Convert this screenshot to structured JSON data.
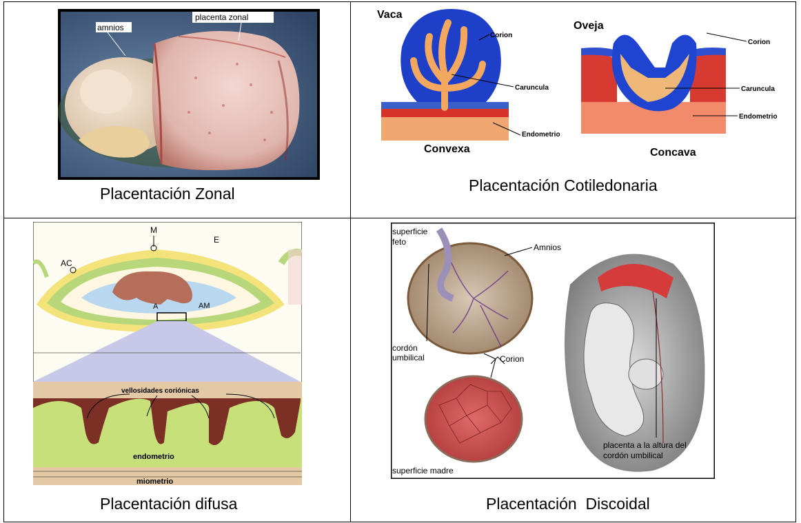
{
  "cells": {
    "zonal": {
      "caption": "Placentación Zonal",
      "labels": {
        "amnios": "amnios",
        "placenta": "placenta zonal"
      }
    },
    "cotiledonaria": {
      "caption": "Placentación Cotiledonaria",
      "labels": {
        "vaca": "Vaca",
        "oveja": "Oveja",
        "corion_left": "Corion",
        "caruncula_left": "Caruncula",
        "endometrio_left": "Endometrio",
        "corion_right": "Corion",
        "caruncula_right": "Caruncula",
        "endometrio_right": "Endometrio",
        "convexa": "Convexa",
        "concava": "Concava"
      }
    },
    "difusa": {
      "caption": "Placentación difusa",
      "labels": {
        "ac": "AC",
        "m": "M",
        "e": "E",
        "am": "AM",
        "a": "A",
        "vellosidades": "vellosidades coriónicas",
        "endometrio": "endometrio",
        "miometrio": "miometrio"
      }
    },
    "discoidal": {
      "caption": "Placentación  Discoidal",
      "labels": {
        "superficie_feto_1": "superficie",
        "superficie_feto_2": "feto",
        "amnios": "Amnios",
        "cordon_1": "cordón",
        "cordon_2": "umbilical",
        "corion": "Corion",
        "placenta_1": "placenta a la altura del",
        "placenta_2": "cordón umbilical",
        "superficie_madre": "superficie madre"
      }
    }
  }
}
